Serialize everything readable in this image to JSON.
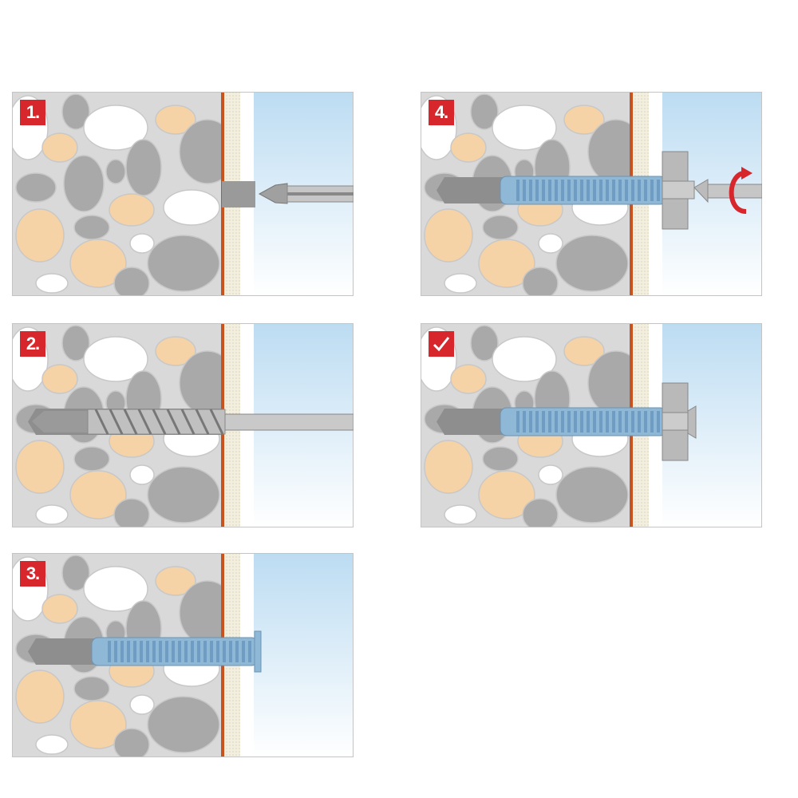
{
  "steps": [
    {
      "id": "step-1",
      "label": "1.",
      "stage": "drill-tip"
    },
    {
      "id": "step-2",
      "label": "2.",
      "stage": "drill"
    },
    {
      "id": "step-3",
      "label": "3.",
      "stage": "anchor"
    },
    {
      "id": "step-4",
      "label": "4.",
      "stage": "screwing"
    },
    {
      "id": "step-done",
      "label": "",
      "stage": "done",
      "icon": "checkmark-icon"
    }
  ],
  "colors": {
    "badge": "#d7262c",
    "concrete": "#d9d9d9",
    "stone_gray": "#a9a9a9",
    "stone_peach": "#f6d3a6",
    "plaster_line": "#c8531f",
    "anchor": "#8fb7d6",
    "sky": "#bcdcf2",
    "arrow": "#d7262c"
  }
}
